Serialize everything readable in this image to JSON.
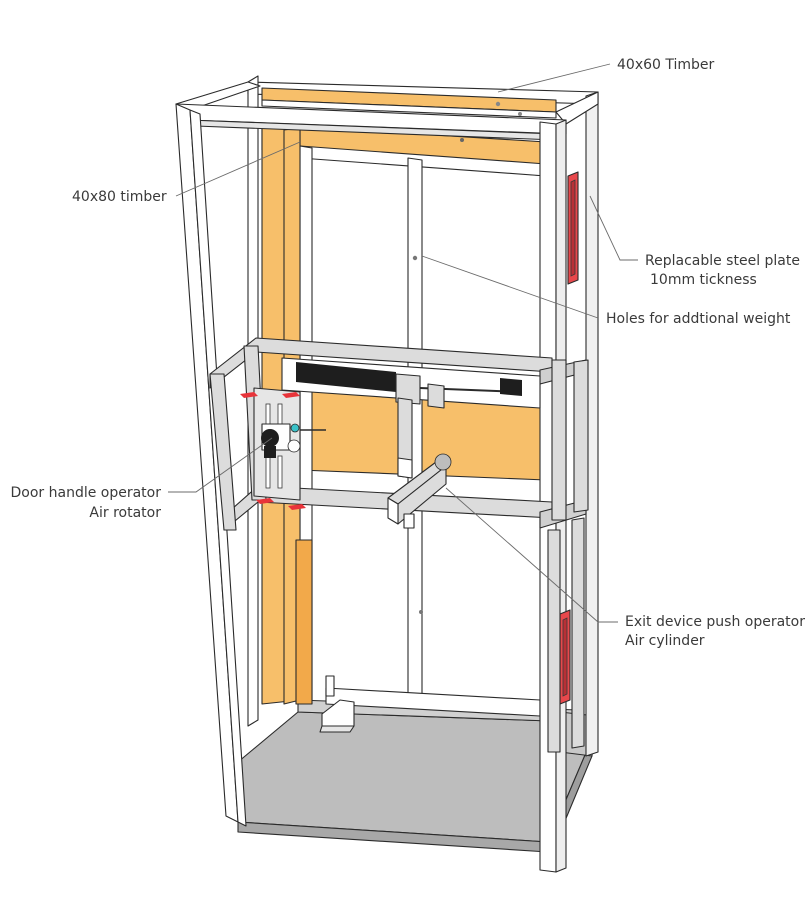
{
  "labels": {
    "timber_40x60": "40x60 Timber",
    "timber_40x80": "40x80 timber",
    "steel_plate_line1": "Replacable steel plate",
    "steel_plate_line2": "10mm tickness",
    "holes": "Holes for addtional weight",
    "door_handle_line1": "Door handle operator",
    "door_handle_line2": "Air rotator",
    "exit_device_line1": "Exit device push operator",
    "exit_device_line2": "Air cylinder"
  },
  "colors": {
    "timber": "#f7bf6a",
    "frame": "#ffffff",
    "base": "#bdbdbd",
    "steel_plate": "#e8484c",
    "aluminium": "#dcdcdc",
    "marker": "#e8343a",
    "actuator": "#1e1e1e"
  }
}
